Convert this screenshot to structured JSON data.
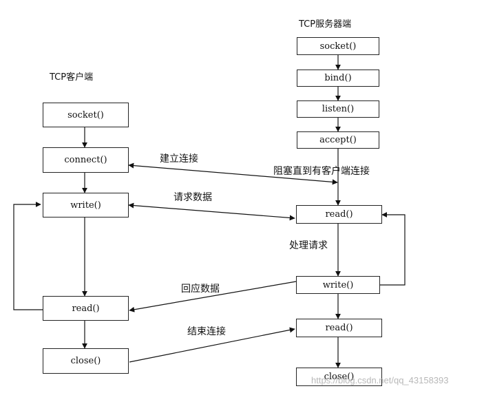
{
  "client": {
    "title": "TCP客户端",
    "socket": "socket()",
    "connect": "connect()",
    "write": "write()",
    "read": "read()",
    "close": "close()"
  },
  "server": {
    "title": "TCP服务器端",
    "socket": "socket()",
    "bind": "bind()",
    "listen": "listen()",
    "accept": "accept()",
    "read1": "read()",
    "write": "write()",
    "read2": "read()",
    "close": "close()"
  },
  "arrows": {
    "connect": "建立连接",
    "block": "阻塞直到有客户端连接",
    "request": "请求数据",
    "process": "处理请求",
    "response": "回应数据",
    "end": "结束连接"
  },
  "watermark": "https://blog.csdn.net/qq_43158393"
}
